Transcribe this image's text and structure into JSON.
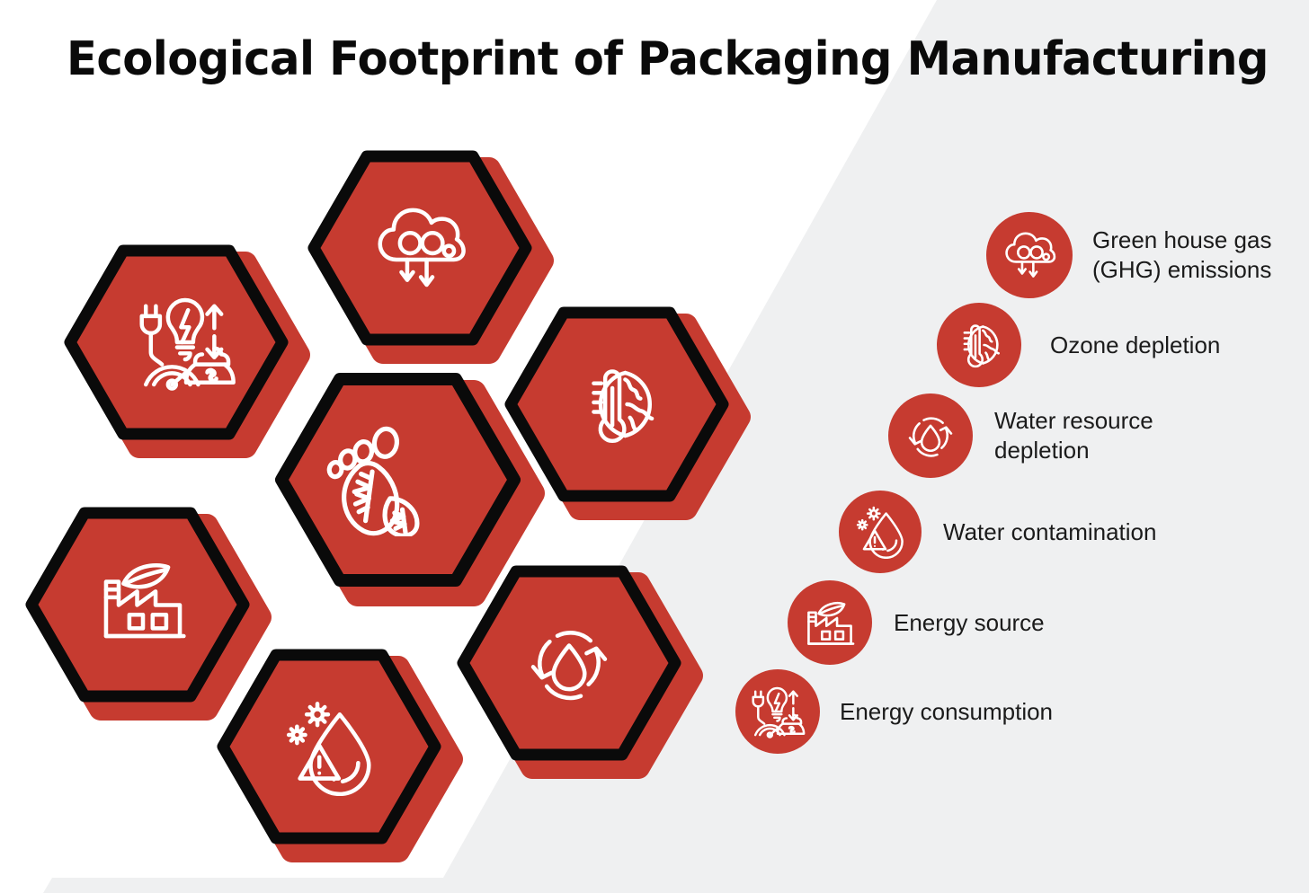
{
  "page": {
    "title": "Ecological Footprint of Packaging Manufacturing",
    "accent_color": "#c63b30",
    "panel_color": "#eff0f1",
    "background_color": "#ffffff",
    "outline_color": "#0a0a0a",
    "text_color": "#1b1b1b"
  },
  "hexagons": [
    {
      "id": "energy-consumption",
      "icon": "energy-consumption-icon"
    },
    {
      "id": "ghg-emissions",
      "icon": "co2-cloud-icon"
    },
    {
      "id": "ozone-depletion",
      "icon": "thermometer-globe-icon"
    },
    {
      "id": "energy-source",
      "icon": "factory-leaf-icon"
    },
    {
      "id": "ecological-footprint",
      "icon": "eco-footprint-icon"
    },
    {
      "id": "water-resource-depletion",
      "icon": "water-recycle-icon"
    },
    {
      "id": "water-contamination",
      "icon": "contaminated-droplet-icon"
    }
  ],
  "legend": {
    "items": [
      {
        "label": "Green house gas\n(GHG) emissions",
        "icon": "co2-cloud-icon"
      },
      {
        "label": "Ozone depletion",
        "icon": "thermometer-globe-icon"
      },
      {
        "label": "Water resource\ndepletion",
        "icon": "water-recycle-icon"
      },
      {
        "label": "Water contamination",
        "icon": "contaminated-droplet-icon"
      },
      {
        "label": "Energy source",
        "icon": "factory-leaf-icon"
      },
      {
        "label": "Energy consumption",
        "icon": "energy-consumption-icon"
      }
    ]
  }
}
